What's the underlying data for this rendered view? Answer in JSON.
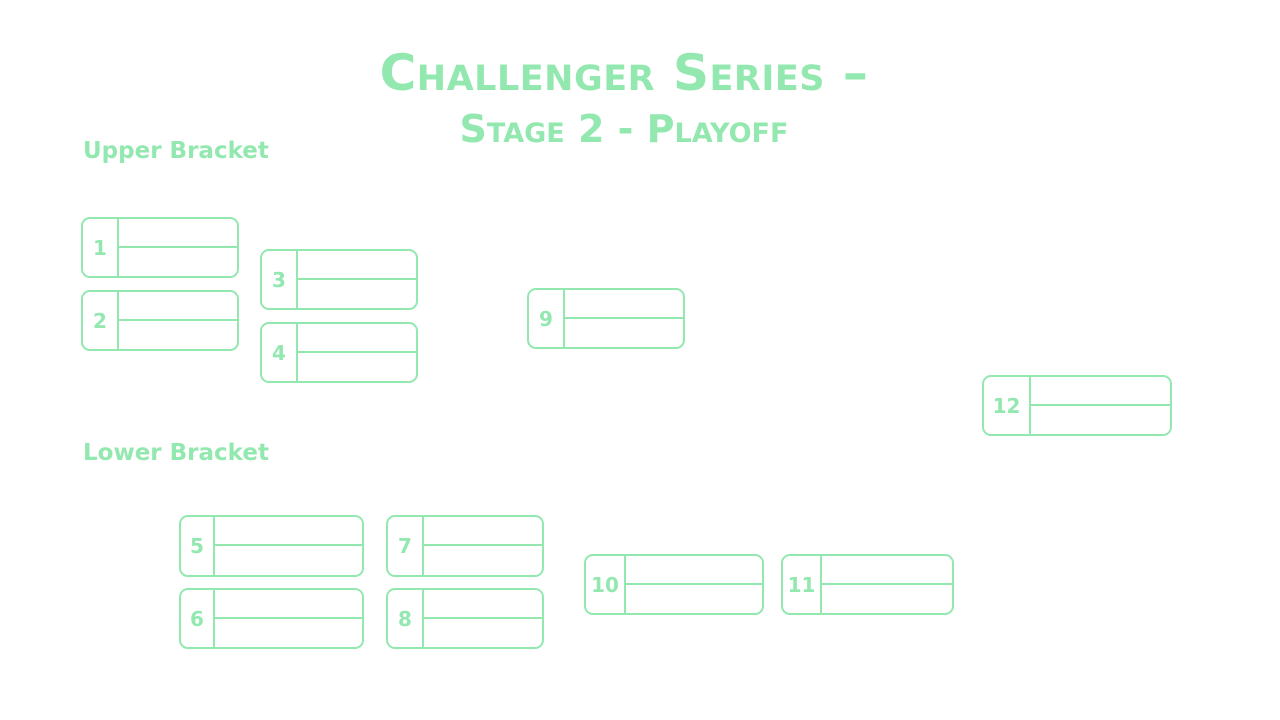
{
  "title": {
    "line1": "Challenger Series –",
    "line2": "Stage 2 - Playoff"
  },
  "sections": {
    "upper": "Upper Bracket",
    "lower": "Lower Bracket"
  },
  "colors": {
    "accent": "#93e8b0",
    "background": "#ffffff"
  },
  "matches": [
    {
      "id": "1",
      "team_top": "",
      "team_bottom": ""
    },
    {
      "id": "2",
      "team_top": "",
      "team_bottom": ""
    },
    {
      "id": "3",
      "team_top": "",
      "team_bottom": ""
    },
    {
      "id": "4",
      "team_top": "",
      "team_bottom": ""
    },
    {
      "id": "5",
      "team_top": "",
      "team_bottom": ""
    },
    {
      "id": "6",
      "team_top": "",
      "team_bottom": ""
    },
    {
      "id": "7",
      "team_top": "",
      "team_bottom": ""
    },
    {
      "id": "8",
      "team_top": "",
      "team_bottom": ""
    },
    {
      "id": "9",
      "team_top": "",
      "team_bottom": ""
    },
    {
      "id": "10",
      "team_top": "",
      "team_bottom": ""
    },
    {
      "id": "11",
      "team_top": "",
      "team_bottom": ""
    },
    {
      "id": "12",
      "team_top": "",
      "team_bottom": ""
    }
  ]
}
